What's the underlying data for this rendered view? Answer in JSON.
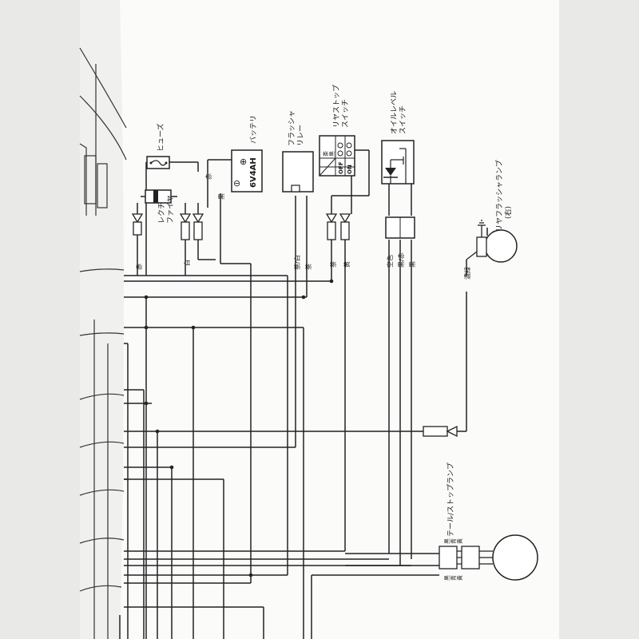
{
  "components": {
    "fuse": "ヒューズ",
    "battery": "バッテリ",
    "battery_rating": "6V4AH",
    "battery_plus": "⊕",
    "battery_minus": "⊖",
    "rectifier": "レクチ\nファイヤ",
    "flasher_relay": "フラッシャ\nリレー",
    "rear_stop_switch": "リヤストップ\nスイッチ",
    "oil_level_switch": "オイルレベル\nスイッチ",
    "rear_flasher_lamp": "リヤフラッシャランプ\n(右)",
    "tail_stop_lamp": "テール/ストップランプ"
  },
  "switch_table": {
    "headers": [
      "茶",
      "黒"
    ],
    "rows": [
      "OFF",
      "ON"
    ]
  },
  "wire_colors": {
    "rect_out": "赤",
    "rect_white": "白",
    "batt_red": "赤",
    "batt_black": "黒",
    "relay_brown_white": "茶/白",
    "relay_brown": "茶",
    "stop_brown": "茶",
    "stop_yellow": "黄",
    "oil_sky": "空色",
    "oil_black_red": "黒/赤",
    "oil_black": "黒",
    "flasher_green": "濃緑",
    "tail_top": "黒\n青\n黄",
    "tail_bottom": "黒\n青\n黄"
  }
}
